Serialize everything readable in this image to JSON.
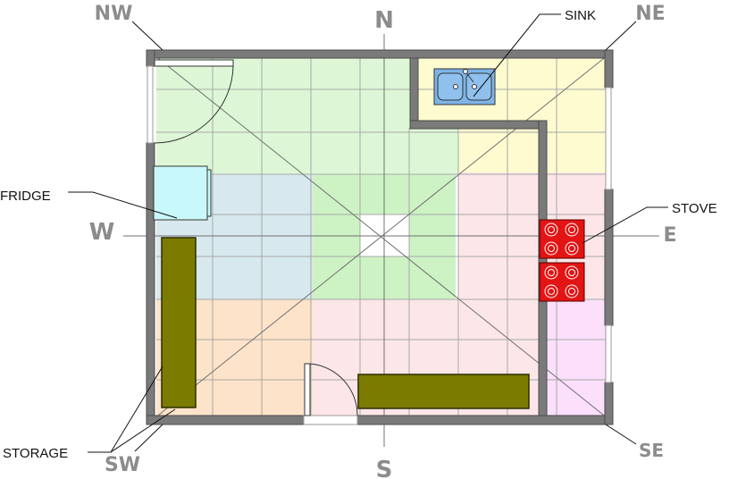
{
  "compass": {
    "north": "N",
    "south": "S",
    "east": "E",
    "west": "W",
    "northeast": "NE",
    "northwest": "NW",
    "southeast": "SE",
    "southwest": "SW"
  },
  "labels": {
    "sink": "SINK",
    "stove": "STOVE",
    "fridge": "FRIDGE",
    "storage": "STORAGE"
  },
  "colors": {
    "wall": "#7a7a7a",
    "zone_green": "#ddf7d6",
    "zone_green_dark": "#cdf2c4",
    "zone_yellow": "#fdfbcf",
    "zone_pink": "#fce6e8",
    "zone_blue": "#d7e9ee",
    "zone_orange": "#fde3c9",
    "zone_violet": "#fbdffb",
    "fridge": "#c8f8fb",
    "sink": "#7db4e8",
    "stove": "#e31414",
    "storage": "#7b7b00"
  }
}
